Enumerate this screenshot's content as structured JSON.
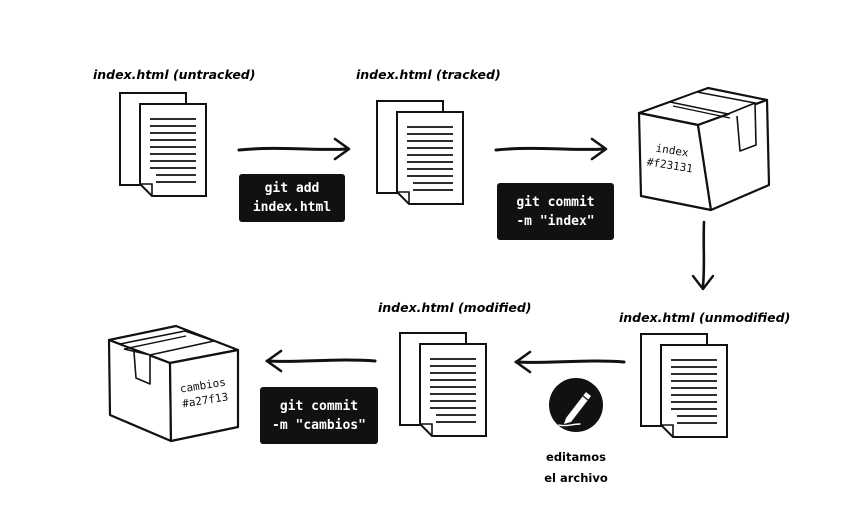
{
  "stages": {
    "untracked": "index.html (untracked)",
    "tracked": "index.html (tracked)",
    "unmodified": "index.html (unmodified)",
    "modified": "index.html (modified)"
  },
  "commands": {
    "add": [
      "git add",
      "index.html"
    ],
    "commit_index": [
      "git commit",
      "-m \"index\""
    ],
    "commit_cambios": [
      "git commit",
      "-m \"cambios\""
    ]
  },
  "commits": {
    "first": [
      "index",
      "#f23131"
    ],
    "second": [
      "cambios",
      "#a27f13"
    ]
  },
  "edit_note": [
    "editamos",
    "el archivo"
  ],
  "icons": [
    "document-stack-icon",
    "box-icon",
    "pen-icon",
    "arrow-icon"
  ],
  "colors": {
    "ink": "#111111",
    "paper": "#ffffff"
  }
}
